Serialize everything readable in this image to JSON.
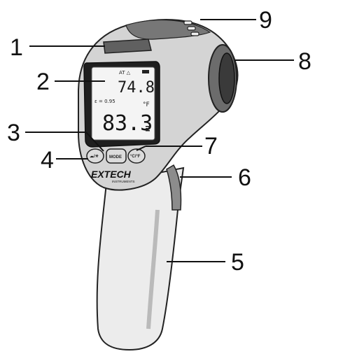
{
  "callouts": [
    "1",
    "2",
    "3",
    "4",
    "5",
    "6",
    "7",
    "8",
    "9"
  ],
  "display": {
    "top_label": "AT △",
    "upper_value": "74.8",
    "emissivity": "ε = 0.95",
    "unit": "°F",
    "main_value": "83.3"
  },
  "buttons": {
    "laser": "☁/☀",
    "mode": "MODE",
    "unit": "°C/°F"
  },
  "brand": {
    "name": "EXTECH",
    "sub": "INSTRUMENTS"
  }
}
